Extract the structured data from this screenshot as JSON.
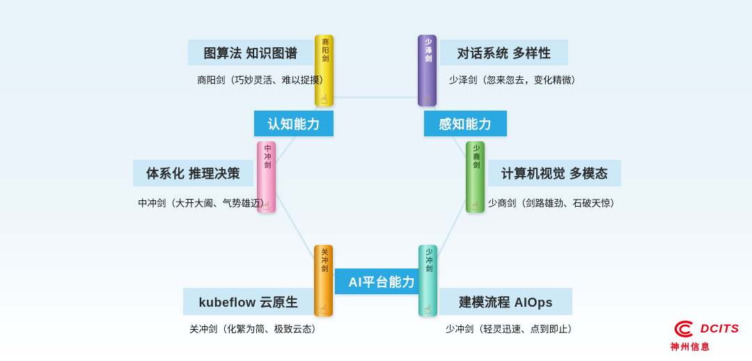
{
  "colors": {
    "capability_bg": "#29a8e1",
    "title_bg": "#cde9f7",
    "hex_line": "#cfe7f3"
  },
  "capabilities": {
    "cognitive": "认知能力",
    "perception": "感知能力",
    "platform": "AI平台能力"
  },
  "items": [
    {
      "title": "图算法 知识图谱",
      "desc": "商阳剑（巧妙灵活、难以捉摸）",
      "sword": {
        "name": "商阳剑",
        "light": "#faf06c",
        "mid": "#f0d821",
        "dark": "#bfa000",
        "text": "#8a5a00"
      }
    },
    {
      "title": "对话系统 多样性",
      "desc": "少泽剑（忽来忽去，变化精微）",
      "sword": {
        "name": "少泽剑",
        "light": "#a99cd8",
        "mid": "#8677bd",
        "dark": "#5b4c94",
        "text": "#ffffff"
      }
    },
    {
      "title": "体系化 推理决策",
      "desc": "中冲剑（大开大阖、气势雄迈）",
      "sword": {
        "name": "中冲剑",
        "light": "#ffd6e8",
        "mid": "#f8a9cd",
        "dark": "#d877a4",
        "text": "#8d3c63"
      }
    },
    {
      "title": "计算机视觉 多模态",
      "desc": "少商剑（剑路雄劲、石破天惊）",
      "sword": {
        "name": "少商剑",
        "light": "#b9e8a2",
        "mid": "#84cb6e",
        "dark": "#4e9a3d",
        "text": "#2a5a1c"
      }
    },
    {
      "title": "kubeflow 云原生",
      "desc": "关冲剑（化繁为简、极致云态）",
      "sword": {
        "name": "关冲剑",
        "light": "#ffd77e",
        "mid": "#f5a623",
        "dark": "#c27500",
        "text": "#7c4a00"
      }
    },
    {
      "title": "建模流程 AIOps",
      "desc": "少冲剑（轻灵迅速、点到即止）",
      "sword": {
        "name": "少冲剑",
        "light": "#b5f1e7",
        "mid": "#7eddd1",
        "dark": "#3cb1a3",
        "text": "#1d6b60"
      }
    }
  ],
  "icons": {
    "hand": "☝"
  },
  "logo": {
    "brand": "DCITS",
    "company": "神州信息",
    "accent": "#e60012"
  }
}
